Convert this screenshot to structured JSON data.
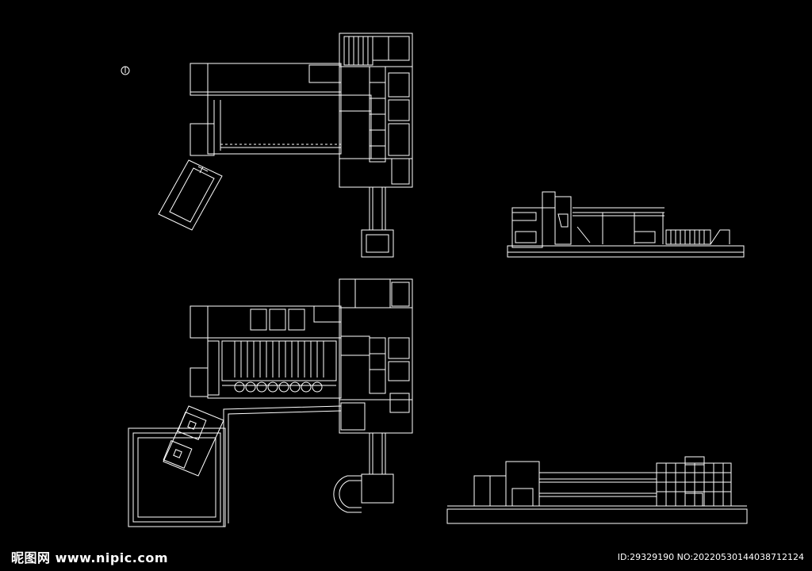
{
  "watermark": {
    "logo_text": "昵图网 www.nipic.com",
    "id_text": "ID:29329190 NO:20220530144038712124"
  },
  "colors": {
    "background": "#000000",
    "line": "#ffffff"
  },
  "drawings": [
    {
      "name": "upper-floor-plan"
    },
    {
      "name": "ground-floor-plan"
    },
    {
      "name": "section-view"
    },
    {
      "name": "elevation-view"
    }
  ],
  "icons": [
    "north-arrow-icon"
  ]
}
